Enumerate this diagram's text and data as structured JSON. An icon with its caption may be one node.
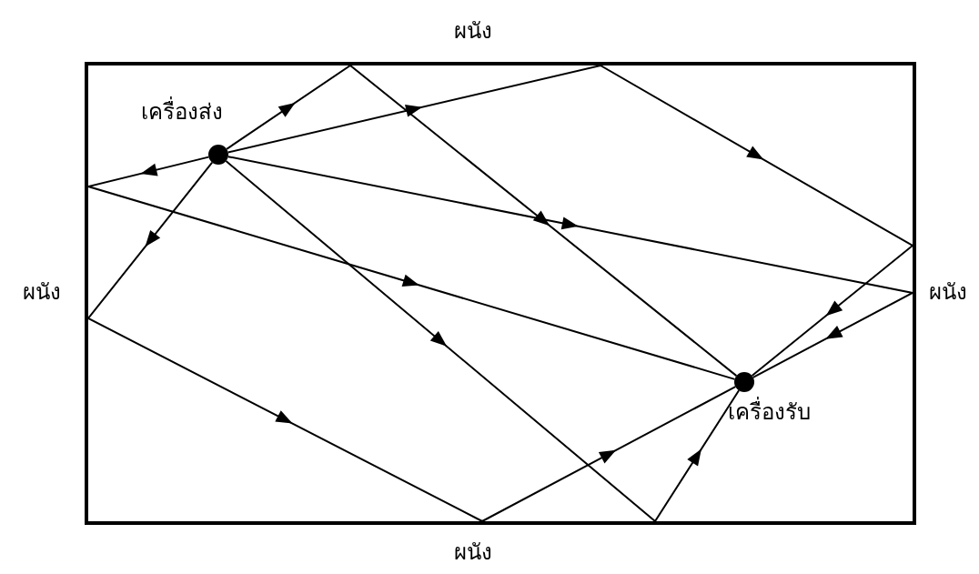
{
  "diagram": {
    "nodes": [
      {
        "text": [
          "เครื่องส่ง"
        ]
      },
      {
        "text": [
          "เครื่องรับ"
        ]
      }
    ],
    "edges": [
      {
        "from": 0,
        "to": 1,
        "arrow": "to"
      },
      {
        "from": 0,
        "to": 1,
        "arrow": "to"
      },
      {
        "from": 0,
        "to": 1,
        "arrow": "to"
      },
      {
        "from": 0,
        "to": 1,
        "arrow": "to"
      },
      {
        "from": 0,
        "to": 1,
        "arrow": "to"
      },
      {
        "from": 0,
        "to": 1,
        "arrow": "to"
      }
    ],
    "labels": [
      "ผนัง",
      "ผนัง",
      "ผนัง",
      "ผนัง"
    ]
  }
}
